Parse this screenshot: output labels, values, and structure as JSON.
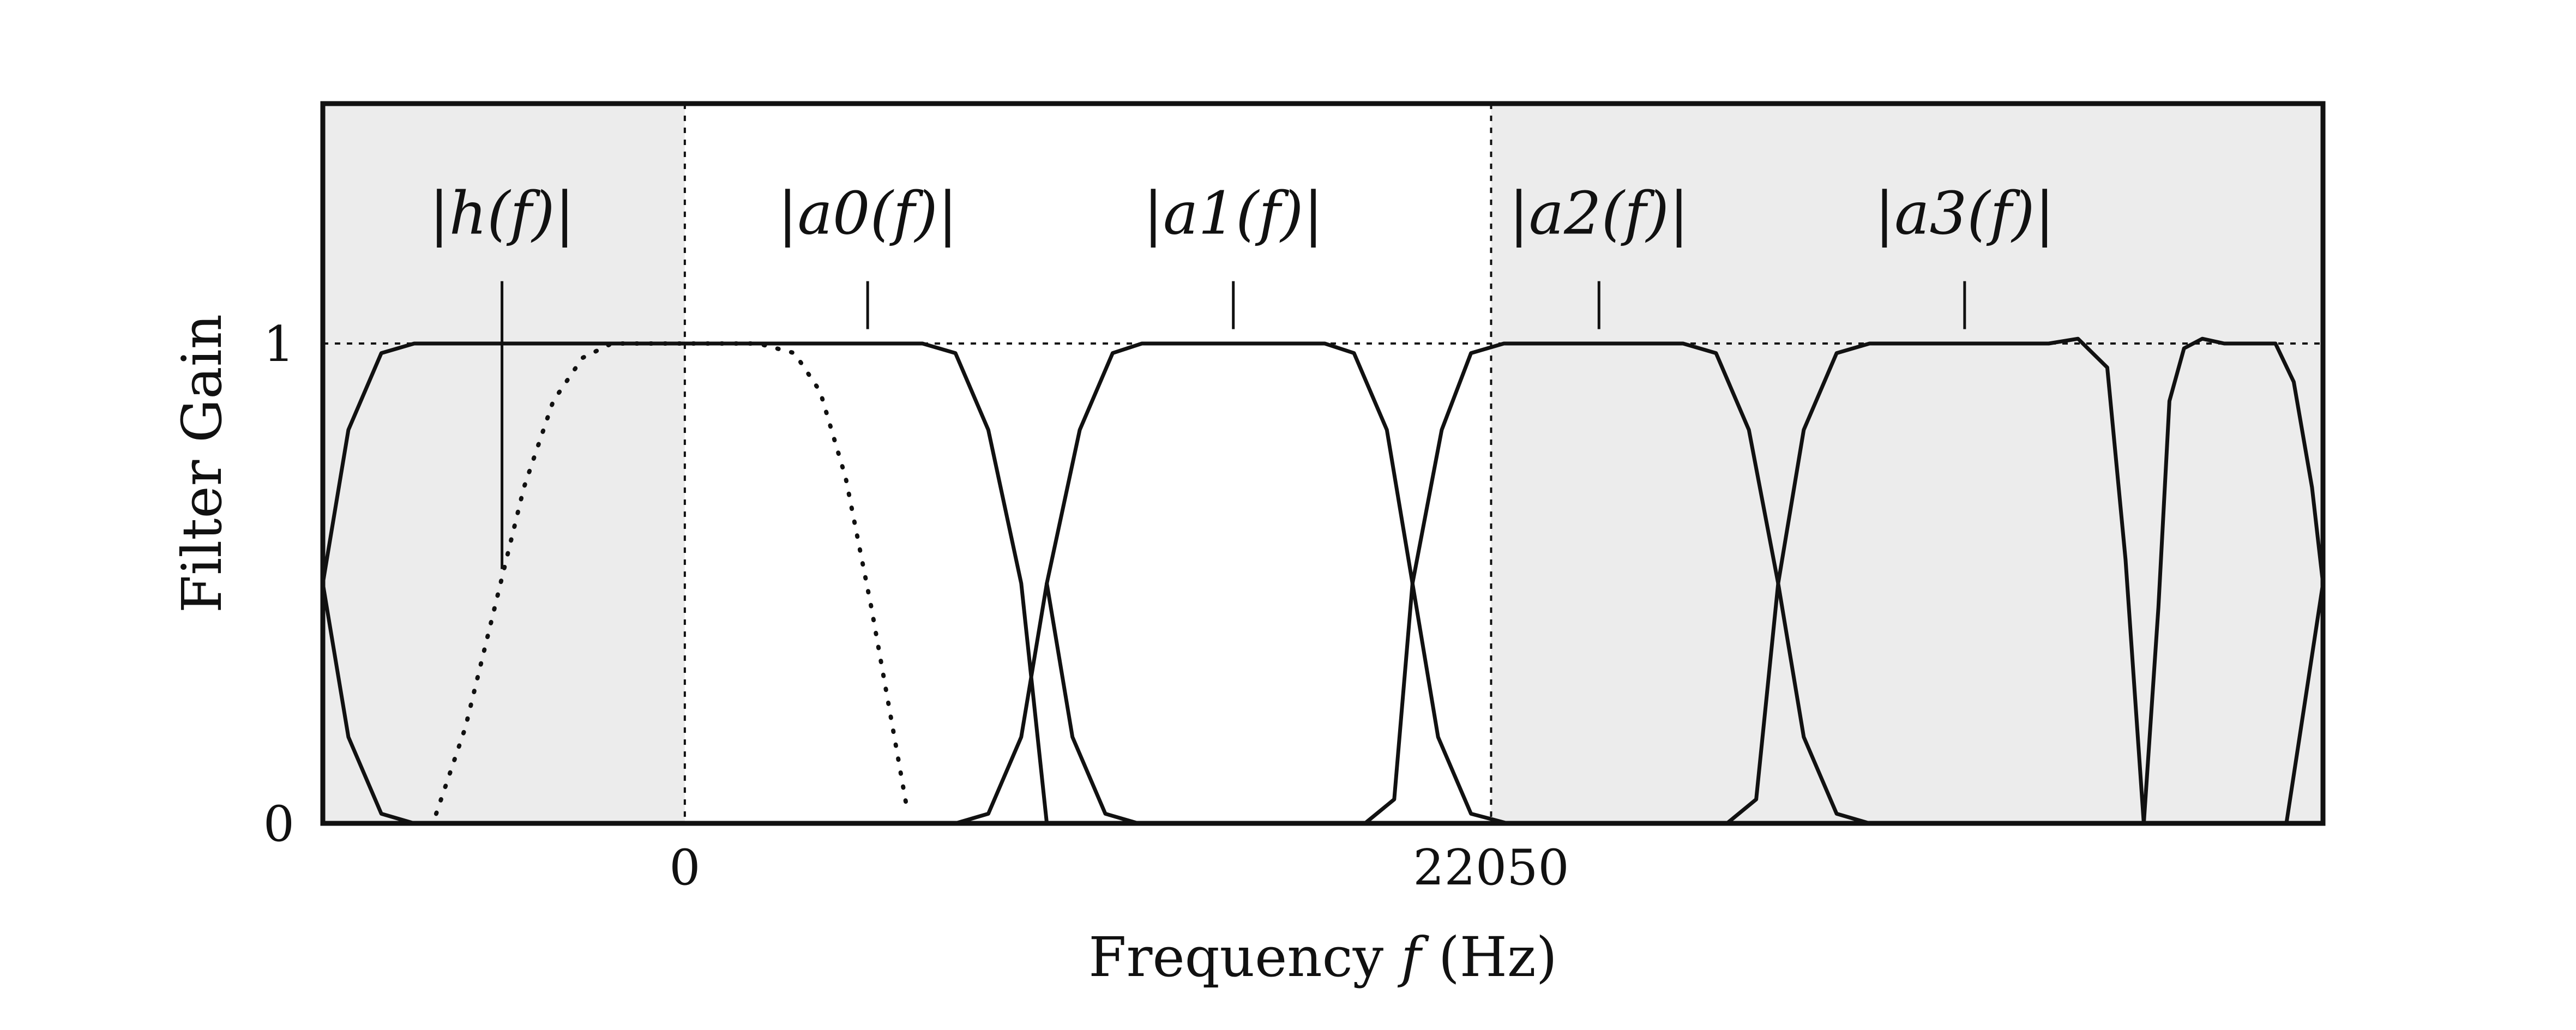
{
  "chart_data": {
    "type": "line",
    "xlabel": "Frequency",
    "xlabel_math": "f",
    "xlabel_unit": "(Hz)",
    "ylabel": "Filter Gain",
    "xlim": [
      -9900,
      44800
    ],
    "ylim": [
      0,
      1.5
    ],
    "x_ticks": [
      {
        "value": 0,
        "label": "0"
      },
      {
        "value": 22050,
        "label": "22050"
      }
    ],
    "y_ticks": [
      {
        "value": 0,
        "label": "0"
      },
      {
        "value": 1,
        "label": "1"
      }
    ],
    "reference_lines": {
      "horizontal_dotted_at": 1,
      "vertical_dotted_at": [
        0,
        22050
      ]
    },
    "shaded_regions": [
      [
        -9900,
        0
      ],
      [
        22050,
        44800
      ]
    ],
    "shade_color": "#ececec",
    "line_color": "#111111",
    "series": [
      {
        "style": "solid",
        "x": [
          -9900,
          -9200,
          -8300,
          -7400,
          -6500,
          -2200,
          2200,
          6500,
          7400,
          8300,
          9200,
          9900
        ],
        "y": [
          0.5,
          0.82,
          0.98,
          1.0,
          1.0,
          1.0,
          1.0,
          1.0,
          0.98,
          0.82,
          0.5,
          0.0
        ]
      },
      {
        "style": "solid",
        "x": [
          -9900,
          -9200,
          -8300,
          -7400,
          -6500
        ],
        "y": [
          0.5,
          0.18,
          0.02,
          0.0,
          0.0
        ]
      },
      {
        "style": "solid",
        "x": [
          0,
          6500,
          7400,
          8300,
          9200,
          9900
        ],
        "y": [
          0.0,
          0.0,
          0.0,
          0.02,
          0.18,
          0.5
        ]
      },
      {
        "style": "solid",
        "x": [
          9900,
          10800,
          11700,
          12500,
          17500,
          18300,
          19200,
          19900
        ],
        "y": [
          0.5,
          0.82,
          0.98,
          1.0,
          1.0,
          0.98,
          0.82,
          0.5
        ]
      },
      {
        "style": "solid",
        "x": [
          9900,
          10600,
          11500,
          12400,
          13200,
          18600,
          19400,
          19900
        ],
        "y": [
          0.5,
          0.18,
          0.02,
          0.0,
          0.0,
          0.0,
          0.05,
          0.5
        ]
      },
      {
        "style": "solid",
        "x": [
          19900,
          20700,
          21500,
          22400,
          27300,
          28200,
          29100,
          29900
        ],
        "y": [
          0.5,
          0.82,
          0.98,
          1.0,
          1.0,
          0.98,
          0.82,
          0.5
        ]
      },
      {
        "style": "solid",
        "x": [
          19900,
          20600,
          21500,
          22500,
          28500,
          29300,
          29900
        ],
        "y": [
          0.5,
          0.18,
          0.02,
          0.0,
          0.0,
          0.05,
          0.5
        ]
      },
      {
        "style": "solid",
        "x": [
          29900,
          30600,
          31500,
          32400,
          37300,
          38100,
          38900,
          39400,
          39900,
          40300,
          40600,
          41000,
          41500,
          42100,
          43000,
          43500,
          44000,
          44500,
          44800
        ],
        "y": [
          0.5,
          0.82,
          0.98,
          1.0,
          1.0,
          1.01,
          0.95,
          0.55,
          0.0,
          0.45,
          0.88,
          0.99,
          1.01,
          1.0,
          1.0,
          1.0,
          0.92,
          0.7,
          0.5
        ]
      },
      {
        "style": "solid",
        "x": [
          29900,
          30600,
          31500,
          32400,
          38900,
          39900,
          40200,
          41000,
          42000,
          43800,
          44300,
          44800
        ],
        "y": [
          0.5,
          0.18,
          0.02,
          0.0,
          0.0,
          0.0,
          0.0,
          0.0,
          0.0,
          0.0,
          0.25,
          0.5
        ]
      },
      {
        "style": "dotted",
        "x": [
          -6800,
          -6000,
          -5200,
          -4400,
          -3600,
          -2800,
          -2000,
          -1000,
          0,
          1000,
          2000,
          3000,
          3700,
          4400,
          5100,
          5800,
          6100
        ],
        "y": [
          0.02,
          0.2,
          0.45,
          0.7,
          0.88,
          0.97,
          1.0,
          1.0,
          1.0,
          1.0,
          1.0,
          0.98,
          0.9,
          0.72,
          0.45,
          0.15,
          0.02
        ]
      }
    ],
    "annotations": [
      {
        "text": "|h(f)|",
        "x": -5000,
        "y": 1.27,
        "pointer_from": 1.13,
        "pointer_to": 0.53
      },
      {
        "text": "|a0(f)|",
        "x": 5000,
        "y": 1.27,
        "pointer_from": 1.13,
        "pointer_to": 1.03
      },
      {
        "text": "|a1(f)|",
        "x": 15000,
        "y": 1.27,
        "pointer_from": 1.13,
        "pointer_to": 1.03
      },
      {
        "text": "|a2(f)|",
        "x": 25000,
        "y": 1.27,
        "pointer_from": 1.13,
        "pointer_to": 1.03
      },
      {
        "text": "|a3(f)|",
        "x": 35000,
        "y": 1.27,
        "pointer_from": 1.13,
        "pointer_to": 1.03
      }
    ]
  }
}
